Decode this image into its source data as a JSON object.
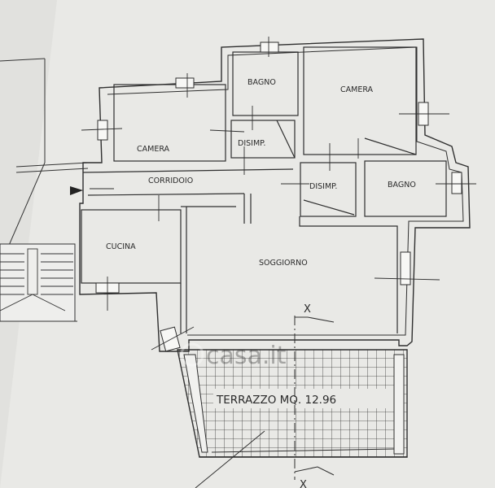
{
  "rooms": {
    "camera_left": "CAMERA",
    "bagno_top": "BAGNO",
    "camera_right": "CAMERA",
    "disimp_left": "DISIMP.",
    "disimp_right": "DISIMP.",
    "bagno_right": "BAGNO",
    "corridoio": "CORRIDOIO",
    "cucina": "CUCINA",
    "soggiorno": "SOGGIORNO",
    "terrazzo": "TERRAZZO MQ. 12.96"
  },
  "section_marks": {
    "top": "X",
    "bottom": "X"
  },
  "watermark": "casa.it",
  "colors": {
    "paper": "#e9e9e6",
    "ink": "#2f2f2f",
    "wall_fill": "#f1f1ef"
  }
}
